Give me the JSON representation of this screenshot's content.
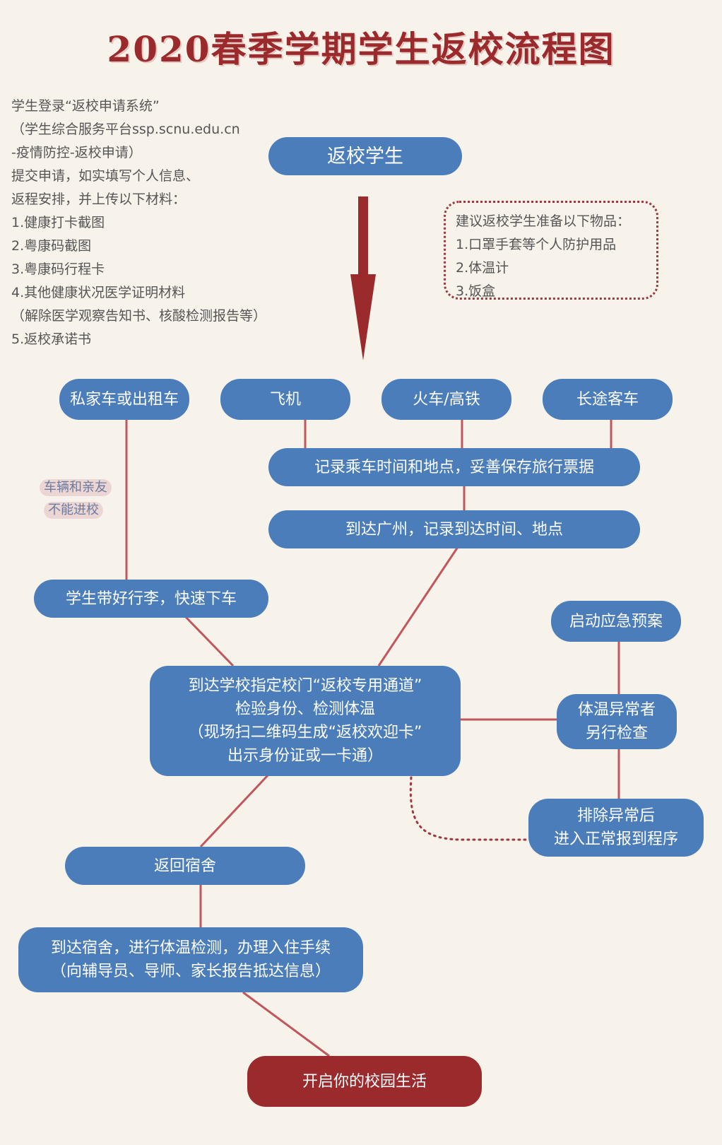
{
  "title": "2020春季学期学生返校流程图",
  "notes": [
    "学生登录“返校申请系统”",
    "（学生综合服务平台ssp.scnu.edu.cn",
    "-疫情防控-返校申请）",
    "提交申请，如实填写个人信息、",
    "返程安排，并上传以下材料：",
    "1.健康打卡截图",
    "2.粤康码截图",
    "3.粤康码行程卡",
    "4.其他健康状况医学证明材料",
    "（解除医学观察告知书、核酸检测报告等）",
    "5.返校承诺书"
  ],
  "tips": {
    "heading": "建议返校学生准备以下物品：",
    "items": [
      "1.口罩手套等个人防护用品",
      "2.体温计",
      "3.饭盒"
    ]
  },
  "nodes": {
    "start": "返校学生",
    "car": "私家车或出租车",
    "plane": "飞机",
    "train": "火车/高铁",
    "bus": "长途客车",
    "record": "记录乘车时间和地点，妥善保存旅行票据",
    "arrive": "到达广州，记录到达时间、地点",
    "drop": "学生带好行李，快速下车",
    "gate": [
      "到达学校指定校门“返校专用通道”",
      "检验身份、检测体温",
      "（现场扫二维码生成“返校欢迎卡”",
      "出示身份证或一卡通）"
    ],
    "emergency": "启动应急预案",
    "abnormal": [
      "体温异常者",
      "另行检查"
    ],
    "cleared": [
      "排除异常后",
      "进入正常报到程序"
    ],
    "dorm": "返回宿舍",
    "checkin": [
      "到达宿舍，进行体温检测，办理入住手续",
      "（向辅导员、导师、家长报告抵达信息）"
    ],
    "end": "开启你的校园生活"
  },
  "car_tag": [
    "车辆和亲友",
    "不能进校"
  ],
  "colors": {
    "node": "#4a7db9",
    "accent": "#9b2a2d",
    "line": "#c0575c",
    "background": "#f7f2ea"
  }
}
